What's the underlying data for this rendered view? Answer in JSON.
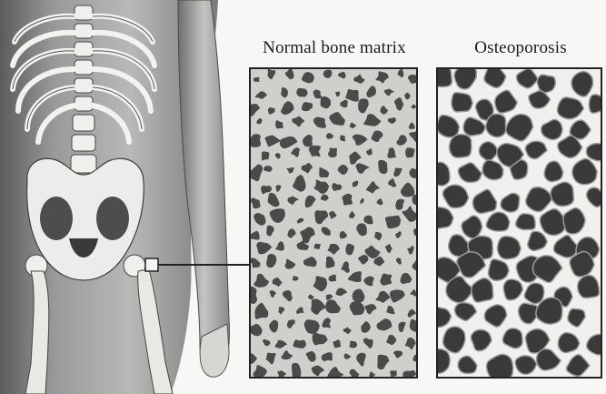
{
  "labels": {
    "normal": "Normal bone matrix",
    "osteoporosis": "Osteoporosis"
  },
  "colors": {
    "background": "#f7f7f5",
    "ink": "#1a1a1a",
    "bone": "#e6e6e2",
    "shadow": "#6b6b6b",
    "pore": "#3a3a3a",
    "matrix": "#d8d8d4"
  },
  "icons": [
    "skeleton-figure",
    "hip-joint-marker",
    "callout-line"
  ]
}
